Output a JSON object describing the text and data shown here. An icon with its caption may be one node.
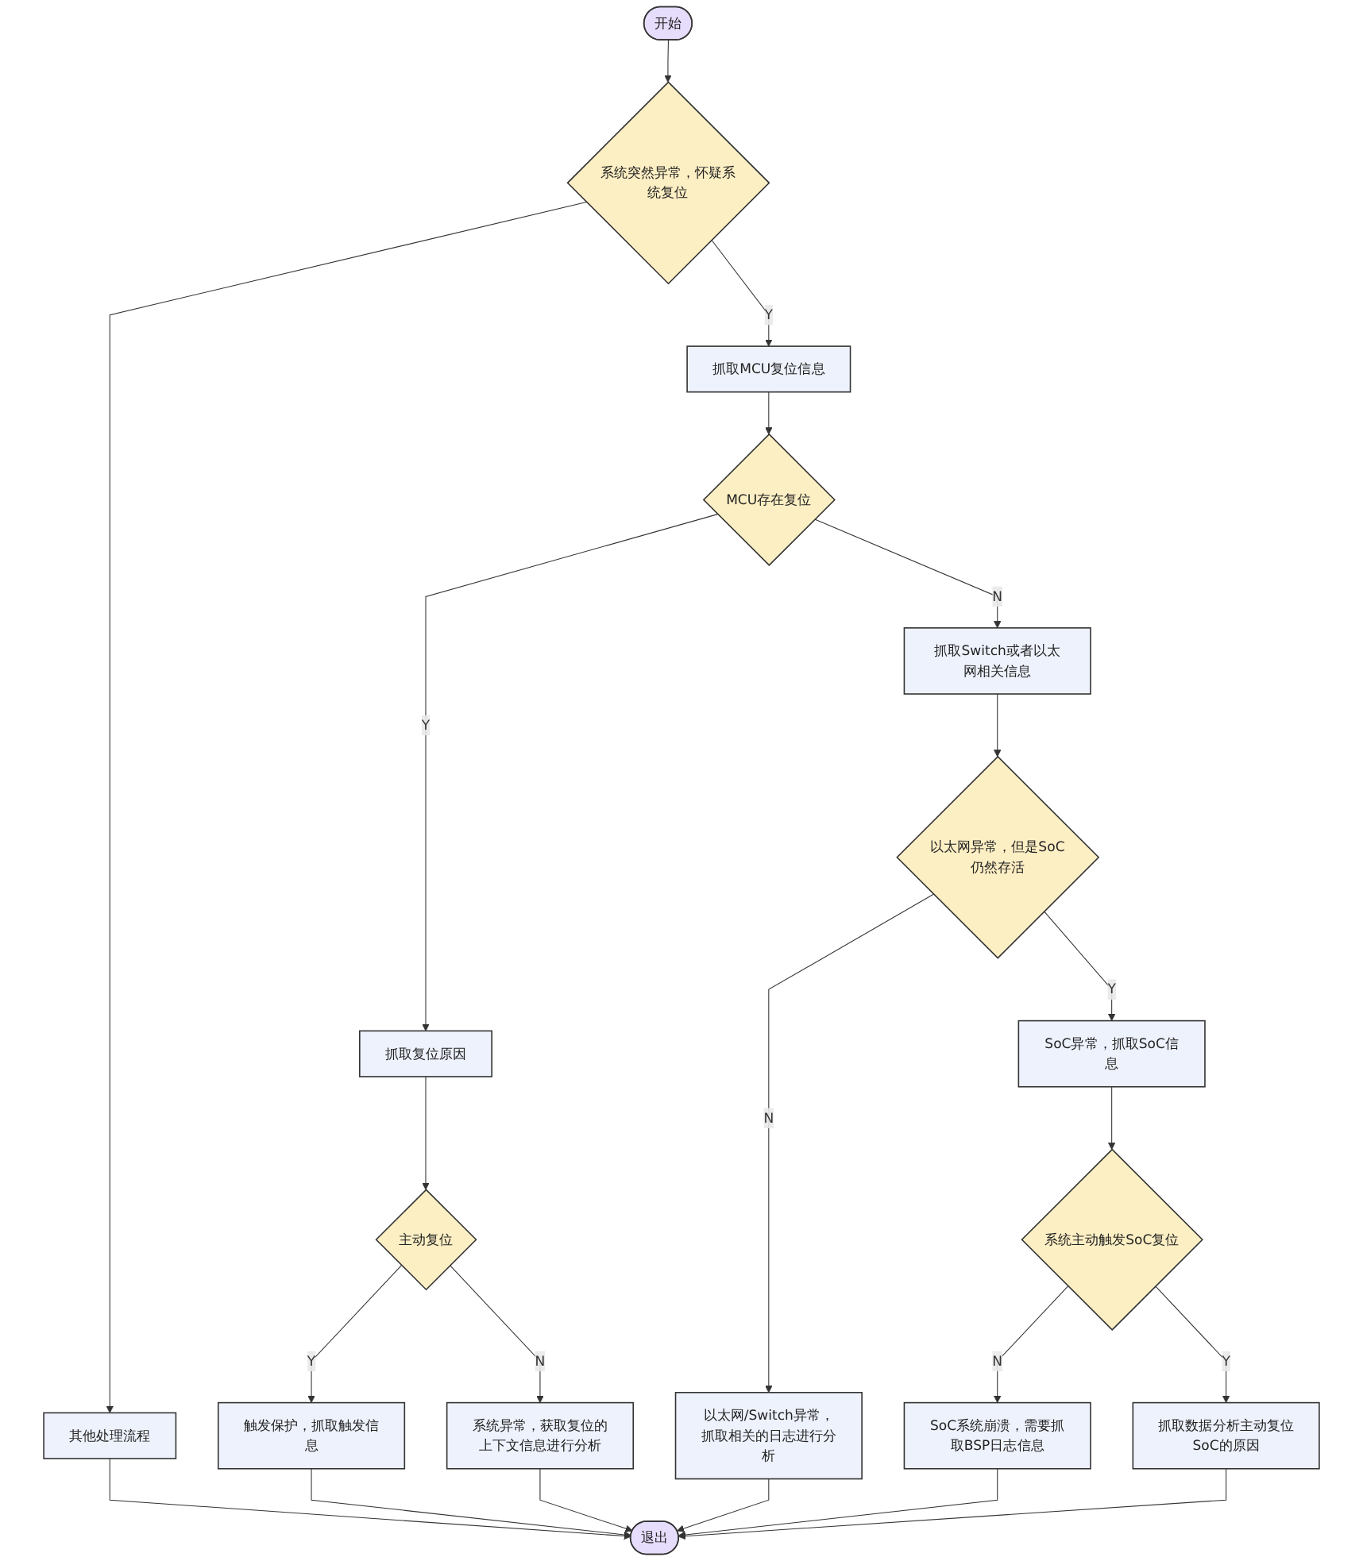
{
  "diagram": {
    "nodes": [
      {
        "text": [
          "开始"
        ]
      },
      {
        "text": [
          "系统突然异常，怀疑系统复位"
        ]
      },
      {
        "text": [
          "抓取MCU复位信息"
        ]
      },
      {
        "text": [
          "其他处理流程"
        ]
      },
      {
        "text": [
          "MCU存在复位"
        ]
      },
      {
        "text": [
          "抓取复位原因"
        ]
      },
      {
        "text": [
          "抓取Switch或者以太网相关信息"
        ]
      },
      {
        "text": [
          "主动复位"
        ]
      },
      {
        "text": [
          "以太网/Switch异常，抓取相关的日志进行分析"
        ]
      },
      {
        "text": [
          "以太网异常，但是SoC仍然存活"
        ]
      },
      {
        "text": [
          "触发保护，抓取触发信息"
        ]
      },
      {
        "text": [
          "系统异常，获取复位的上下文信息进行分析"
        ]
      },
      {
        "text": [
          "SoC异常，抓取SoC信息"
        ]
      },
      {
        "text": [
          "系统主动触发SoC复位"
        ]
      },
      {
        "text": [
          "SoC系统崩溃，需要抓取BSP日志信息"
        ]
      },
      {
        "text": [
          "抓取数据分析主动复位SoC的原因"
        ]
      },
      {
        "text": [
          "退出"
        ]
      }
    ],
    "edges": [
      {
        "from": 0,
        "to": 1,
        "arrow": "to"
      },
      {
        "from": 1,
        "to": 3,
        "arrow": "to"
      },
      {
        "from": 1,
        "to": 2,
        "label": "Y",
        "arrow": "to"
      },
      {
        "from": 2,
        "to": 4,
        "arrow": "to"
      },
      {
        "from": 4,
        "to": 5,
        "label": "Y",
        "arrow": "to"
      },
      {
        "from": 4,
        "to": 6,
        "label": "N",
        "arrow": "to"
      },
      {
        "from": 5,
        "to": 7,
        "arrow": "to"
      },
      {
        "from": 7,
        "to": 10,
        "label": "Y",
        "arrow": "to"
      },
      {
        "from": 7,
        "to": 11,
        "label": "N",
        "arrow": "to"
      },
      {
        "from": 6,
        "to": 9,
        "arrow": "to"
      },
      {
        "from": 9,
        "to": 8,
        "label": "N",
        "arrow": "to"
      },
      {
        "from": 9,
        "to": 12,
        "label": "Y",
        "arrow": "to"
      },
      {
        "from": 12,
        "to": 13,
        "arrow": "to"
      },
      {
        "from": 13,
        "to": 14,
        "label": "N",
        "arrow": "to"
      },
      {
        "from": 13,
        "to": 15,
        "label": "Y",
        "arrow": "to"
      },
      {
        "from": 15,
        "to": 16,
        "arrow": "to"
      },
      {
        "from": 3,
        "to": 16,
        "arrow": "to"
      },
      {
        "from": 8,
        "to": 16,
        "arrow": "to"
      },
      {
        "from": 10,
        "to": 16,
        "arrow": "to"
      },
      {
        "from": 14,
        "to": 16,
        "arrow": "to"
      },
      {
        "from": 11,
        "to": 16,
        "arrow": "to"
      }
    ]
  }
}
